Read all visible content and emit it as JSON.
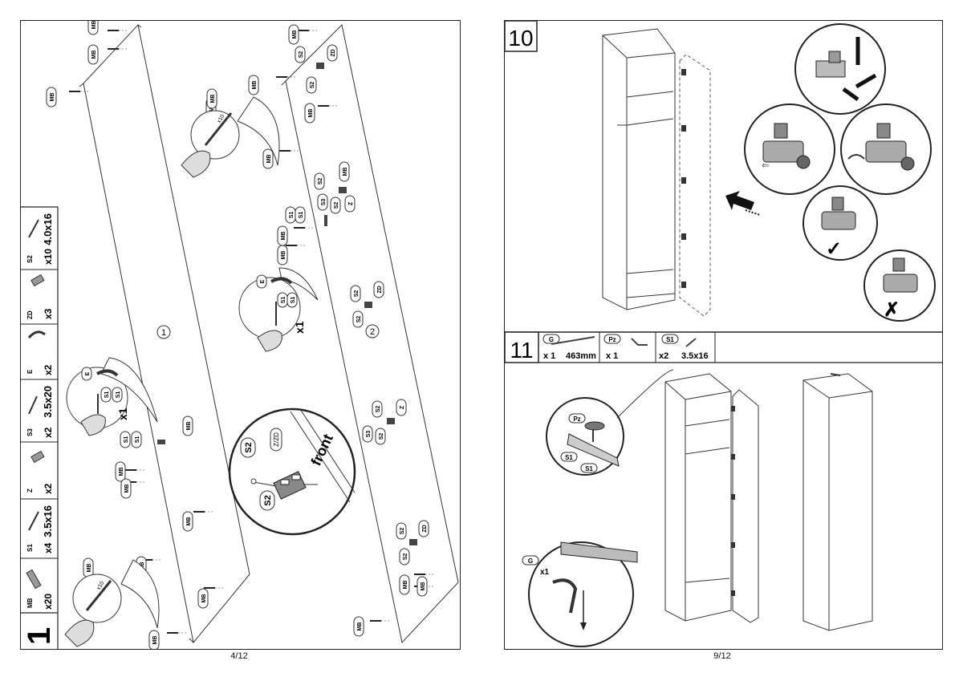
{
  "left_page": {
    "step_number": "1",
    "page_number": "4/12",
    "parts": [
      {
        "code": "MB",
        "qty": "x20",
        "size": ""
      },
      {
        "code": "S1",
        "qty": "x4",
        "size": "3.5x16"
      },
      {
        "code": "Z",
        "qty": "x2",
        "size": ""
      },
      {
        "code": "S3",
        "qty": "x2",
        "size": "3.5x20"
      },
      {
        "code": "E",
        "qty": "x2",
        "size": ""
      },
      {
        "code": "ZD",
        "qty": "x3",
        "size": ""
      },
      {
        "code": "S2",
        "qty": "x10",
        "size": "4.0x16"
      }
    ],
    "panel_labels": {
      "panel1": "1",
      "panel2": "2"
    },
    "detail": {
      "front": "front",
      "s2": "S2",
      "s2b": "S2",
      "zzd": "Z/ZD"
    },
    "hand_multipliers": {
      "top": "x10",
      "bottom": "x10",
      "e1": "x1",
      "e2": "x1"
    },
    "callouts": {
      "mb": "MB",
      "s1": "S1",
      "s2": "S2",
      "s3": "S3",
      "z": "Z",
      "zd": "ZD",
      "e": "E"
    }
  },
  "right_page": {
    "step10": {
      "number": "10"
    },
    "step11": {
      "number": "11",
      "parts": [
        {
          "code": "G",
          "qty": "x 1",
          "size": "463mm"
        },
        {
          "code": "Pz",
          "qty": "x 1",
          "size": ""
        },
        {
          "code": "S1",
          "qty": "x2",
          "size": "3.5x16"
        }
      ],
      "detail_labels": {
        "pz": "Pz",
        "s1a": "S1",
        "s1b": "S1",
        "g": "G",
        "gqty": "x1"
      }
    },
    "page_number": "9/12"
  }
}
